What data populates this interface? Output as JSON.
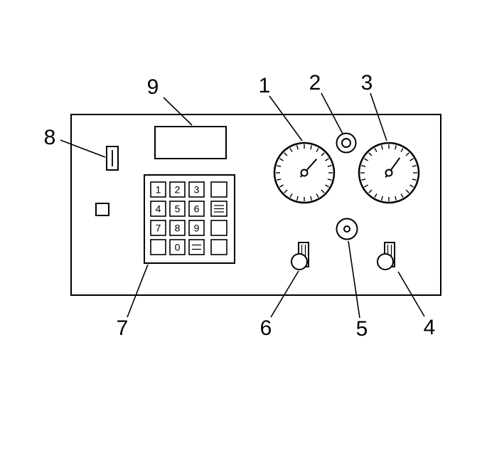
{
  "diagram": {
    "background": "#ffffff",
    "line_color": "#000000",
    "callouts": {
      "n1": "1",
      "n2": "2",
      "n3": "3",
      "n4": "4",
      "n5": "5",
      "n6": "6",
      "n7": "7",
      "n8": "8",
      "n9": "9"
    },
    "keypad": {
      "rows": [
        [
          "1",
          "2",
          "3"
        ],
        [
          "4",
          "5",
          "6"
        ],
        [
          "7",
          "8",
          "9"
        ]
      ],
      "zero": "0"
    }
  }
}
